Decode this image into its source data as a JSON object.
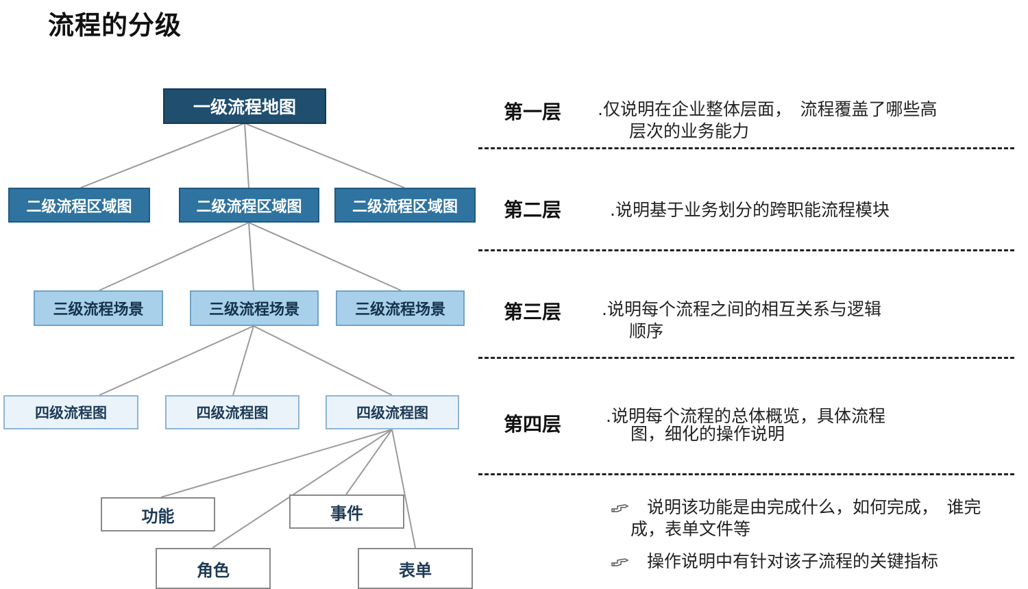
{
  "title": "流程的分级",
  "nodes": {
    "l1": "一级流程地图",
    "l2": [
      "二级流程区域图",
      "二级流程区域图",
      "二级流程区域图"
    ],
    "l3": [
      "三级流程场景",
      "三级流程场景",
      "三级流程场景"
    ],
    "l4": [
      "四级流程图",
      "四级流程图",
      "四级流程图"
    ],
    "l5": [
      "功能",
      "事件",
      "角色",
      "表单"
    ]
  },
  "layers": [
    {
      "name": "第一层",
      "desc_line1": ".仅说明在企业整体层面，　流程覆盖了哪些高",
      "desc_line2": "层次的业务能力"
    },
    {
      "name": "第二层",
      "desc_line1": ".说明基于业务划分的跨职能流程模块"
    },
    {
      "name": "第三层",
      "desc_line1": ".说明每个流程之间的相互关系与逻辑",
      "desc_line2": "顺序"
    },
    {
      "name": "第四层",
      "desc_line1": ".说明每个流程的总体概览，具体流程",
      "desc_line2": "图，细化的操作说明"
    }
  ],
  "bullets": [
    {
      "icon": "hand-pointer-icon",
      "line1": "说明该功能是由完成什么，如何完成，　谁完",
      "line2": "成，表单文件等"
    },
    {
      "icon": "hand-pointer-icon",
      "line1": "操作说明中有针对该子流程的关键指标"
    }
  ],
  "colors": {
    "level1": "#1f4e6e",
    "level2": "#2f73a0",
    "level3": "#a9d0ea",
    "level4": "#eaf3fa",
    "connector": "#9a9a9a"
  }
}
